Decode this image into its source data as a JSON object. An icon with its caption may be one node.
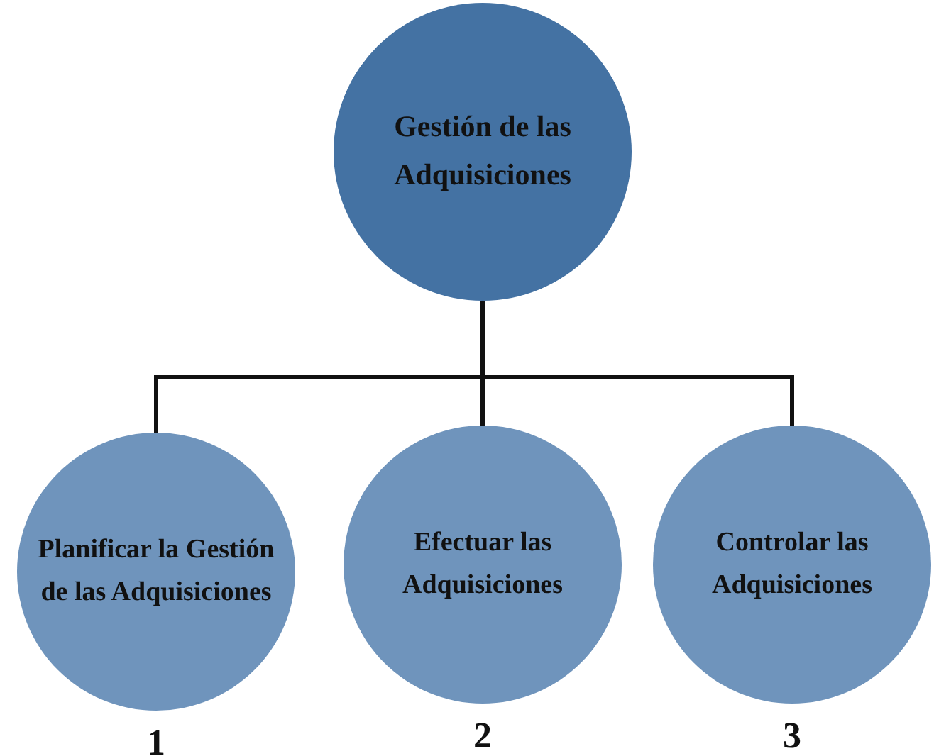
{
  "diagram": {
    "nodes": [
      {
        "text": [
          "Gestión de las Adquisiciones"
        ]
      },
      {
        "text": [
          "Planificar la Gestión de las Adquisiciones"
        ],
        "beside": [
          "1"
        ]
      },
      {
        "text": [
          "Efectuar las Adquisiciones"
        ],
        "beside": [
          "2"
        ]
      },
      {
        "text": [
          "Controlar las Adquisiciones"
        ],
        "beside": [
          "3"
        ]
      }
    ],
    "edges": [
      {
        "from": 0,
        "to": 1,
        "arrow": "none"
      },
      {
        "from": 0,
        "to": 2,
        "arrow": "none"
      },
      {
        "from": 0,
        "to": 3,
        "arrow": "none"
      }
    ]
  }
}
